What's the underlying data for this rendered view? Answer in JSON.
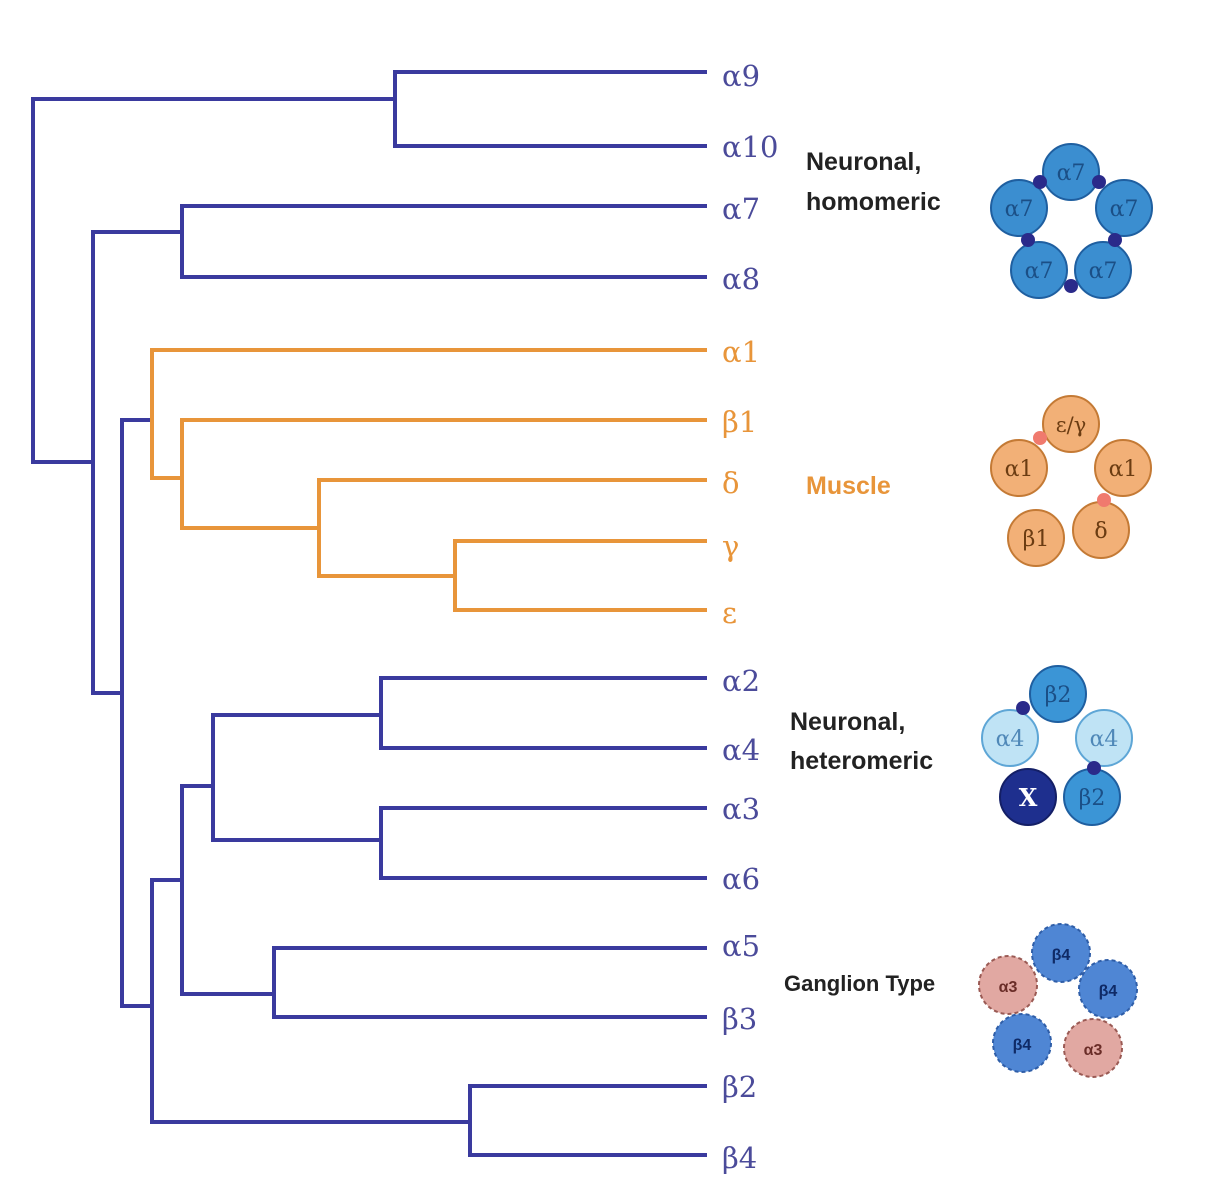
{
  "colors": {
    "neuronal_branch": "#3a3a9e",
    "muscle_branch": "#e8953a",
    "neuronal_label": "#4b4b9a",
    "muscle_label": "#e8953a",
    "group_text": "#222222",
    "alpha7_subunit": "#3b8ed0",
    "alpha7_dark": "#1f5fa0",
    "muscle_subunit": "#f2b077",
    "muscle_dark": "#c47a35",
    "alpha4_subunit": "#bfe3f5",
    "beta2_subunit": "#3b95d6",
    "x_subunit": "#1e2f8e",
    "ganglion_alpha3": "#e1a8a2",
    "ganglion_beta4": "#4f86d4",
    "binding_site_blue": "#2a2a8a",
    "binding_site_red": "#f07a6e"
  },
  "leaves": [
    {
      "id": "a9",
      "label": "α9",
      "group": "neuronal"
    },
    {
      "id": "a10",
      "label": "α10",
      "group": "neuronal"
    },
    {
      "id": "a7",
      "label": "α7",
      "group": "neuronal"
    },
    {
      "id": "a8",
      "label": "α8",
      "group": "neuronal"
    },
    {
      "id": "a1",
      "label": "α1",
      "group": "muscle"
    },
    {
      "id": "b1",
      "label": "β1",
      "group": "muscle"
    },
    {
      "id": "d",
      "label": "δ",
      "group": "muscle"
    },
    {
      "id": "g",
      "label": "γ",
      "group": "muscle"
    },
    {
      "id": "e",
      "label": "ε",
      "group": "muscle"
    },
    {
      "id": "a2",
      "label": "α2",
      "group": "neuronal"
    },
    {
      "id": "a4",
      "label": "α4",
      "group": "neuronal"
    },
    {
      "id": "a3",
      "label": "α3",
      "group": "neuronal"
    },
    {
      "id": "a6",
      "label": "α6",
      "group": "neuronal"
    },
    {
      "id": "a5",
      "label": "α5",
      "group": "neuronal"
    },
    {
      "id": "b3",
      "label": "β3",
      "group": "neuronal"
    },
    {
      "id": "b2",
      "label": "β2",
      "group": "neuronal"
    },
    {
      "id": "b4",
      "label": "β4",
      "group": "neuronal"
    }
  ],
  "groups": [
    {
      "id": "homomeric",
      "lines": [
        "Neuronal,",
        "homomeric"
      ]
    },
    {
      "id": "muscle",
      "lines": [
        "Muscle"
      ]
    },
    {
      "id": "heteromeric",
      "lines": [
        "Neuronal,",
        "heteromeric"
      ]
    },
    {
      "id": "ganglion",
      "lines": [
        "Ganglion Type"
      ]
    }
  ],
  "receptors": [
    {
      "id": "homomeric",
      "subunits": [
        "α7",
        "α7",
        "α7",
        "α7",
        "α7"
      ]
    },
    {
      "id": "muscle",
      "subunits": [
        "ε/γ",
        "α1",
        "α1",
        "β1",
        "δ"
      ]
    },
    {
      "id": "heteromeric",
      "subunits": [
        "β2",
        "α4",
        "α4",
        "X",
        "β2"
      ]
    },
    {
      "id": "ganglion",
      "subunits": [
        "β4",
        "α3",
        "β4",
        "β4",
        "α3"
      ]
    }
  ]
}
